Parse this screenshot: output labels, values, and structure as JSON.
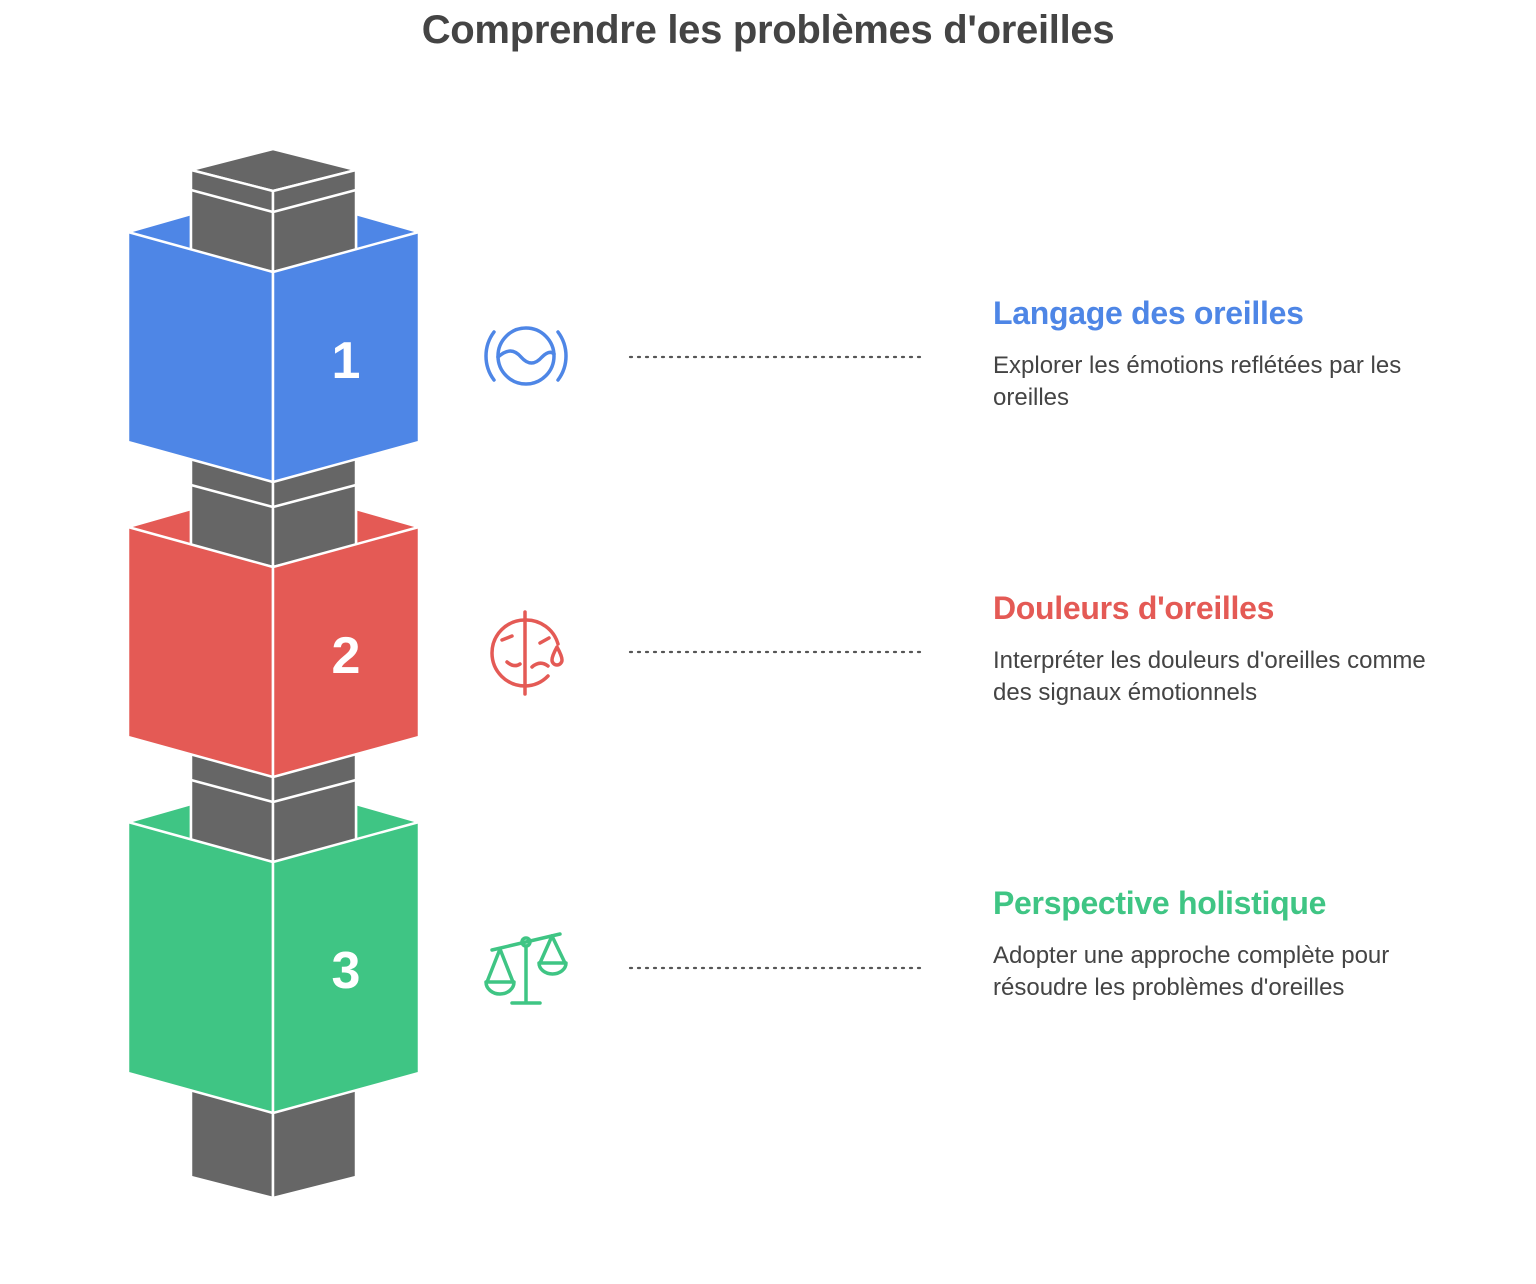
{
  "title": "Comprendre les problèmes d'oreilles",
  "colors": {
    "column": "#666666",
    "outline": "#ffffff",
    "connector": "#555555"
  },
  "steps": [
    {
      "number": "1",
      "title": "Langage des oreilles",
      "description": "Explorer les émotions reflétées par les oreilles",
      "color": "#4e86e6",
      "icon": "water-wave-icon"
    },
    {
      "number": "2",
      "title": "Douleurs d'oreilles",
      "description": "Interpréter les douleurs d'oreilles comme des signaux émotionnels",
      "color": "#e45a55",
      "icon": "sad-face-tear-icon"
    },
    {
      "number": "3",
      "title": "Perspective holistique",
      "description": "Adopter une approche complète pour résoudre les problèmes d'oreilles",
      "color": "#3fc584",
      "icon": "balance-scale-icon"
    }
  ]
}
